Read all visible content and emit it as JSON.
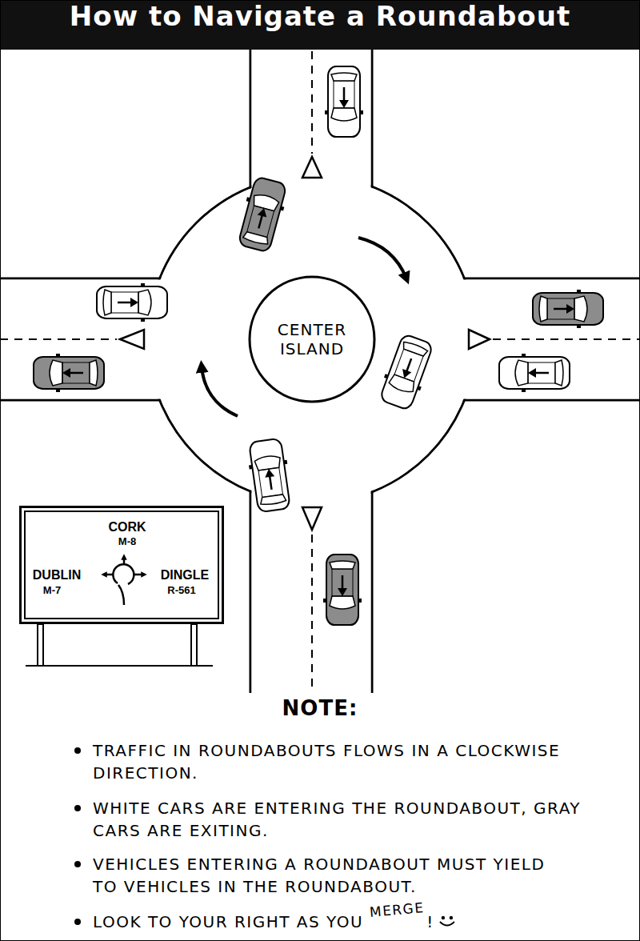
{
  "diagram": {
    "title": "How to Navigate a Roundabout",
    "nodes": [
      {
        "text": [
          "CENTER ISLAND"
        ]
      },
      {
        "text": [
          "CORK",
          "M-8",
          "DUBLIN",
          "M-7",
          "DINGLE",
          "R-561"
        ]
      }
    ],
    "labels": [
      "NOTE:",
      "TRAFFIC IN ROUNDABOUTS FLOWS IN A CLOCKWISE DIRECTION.",
      "WHITE CARS ARE ENTERING THE ROUNDABOUT, GRAY CARS ARE EXITING.",
      "VEHICLES ENTERING A ROUNDABOUT MUST YIELD TO VEHICLES IN THE ROUNDABOUT.",
      "LOOK TO YOUR RIGHT AS YOU",
      "MERGE",
      "!"
    ]
  }
}
